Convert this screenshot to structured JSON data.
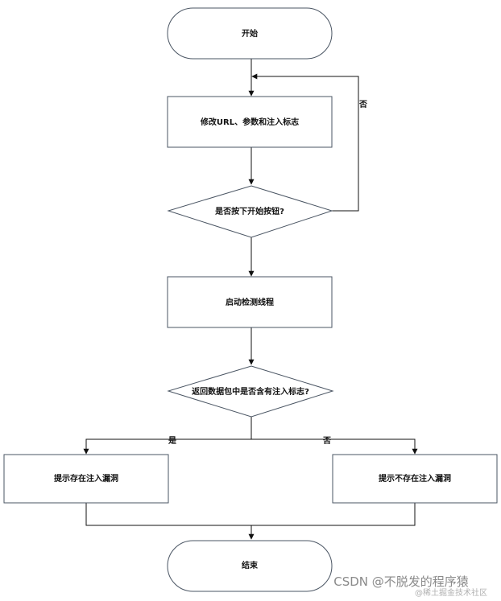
{
  "diagram": {
    "nodes": {
      "start": "开始",
      "modify": "修改URL、参数和注入标志",
      "decision_button": "是否按下开始按钮?",
      "start_thread": "启动检测线程",
      "decision_flag": "返回数据包中是否含有注入标志?",
      "vuln_yes": "提示存在注入漏洞",
      "vuln_no": "提示不存在注入漏洞",
      "end": "结束"
    },
    "edge_labels": {
      "loop_no": "否",
      "branch_yes": "是",
      "branch_no": "否"
    }
  },
  "watermark": {
    "main": "CSDN @不脱发的程序猿",
    "sub": "@稀土掘金技术社区"
  },
  "colors": {
    "node_border": "#4a5563",
    "line": "#111111",
    "background": "#ffffff"
  }
}
